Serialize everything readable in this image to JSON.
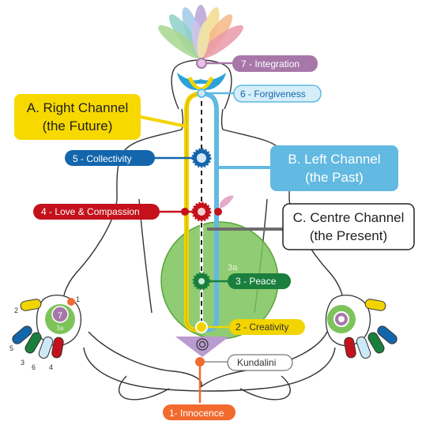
{
  "colors": {
    "right_channel": "#f2d400",
    "left_channel": "#62b9e1",
    "centre_channel": "#6d6d6d",
    "innocence": "#f26a2e",
    "creativity": "#f2d400",
    "peace": "#1a7f3c",
    "love": "#c4111b",
    "collectivity": "#1466ac",
    "forgiveness": "#cce9f7",
    "integration": "#a777a9",
    "void": "#7dc35a"
  },
  "chakras": {
    "innocence": "1- Innocence",
    "creativity": "2 - Creativity",
    "peace": "3 - Peace",
    "love": "4 - Love & Compassion",
    "collectivity": "5 - Collectivity",
    "forgiveness": "6 - Forgiveness",
    "integration": "7 - Integration",
    "kundalini": "Kundalini",
    "void": "3a"
  },
  "channels": {
    "right": {
      "line1": "A. Right Channel",
      "line2": "(the Future)"
    },
    "left": {
      "line1": "B. Left Channel",
      "line2": "(the Past)"
    },
    "centre": {
      "line1": "C. Centre Channel",
      "line2": "(the Present)"
    }
  },
  "hand": {
    "left_numbers": [
      "1",
      "2",
      "5",
      "3",
      "6",
      "4"
    ],
    "palm_number": "7",
    "palm_sub": "3a"
  }
}
